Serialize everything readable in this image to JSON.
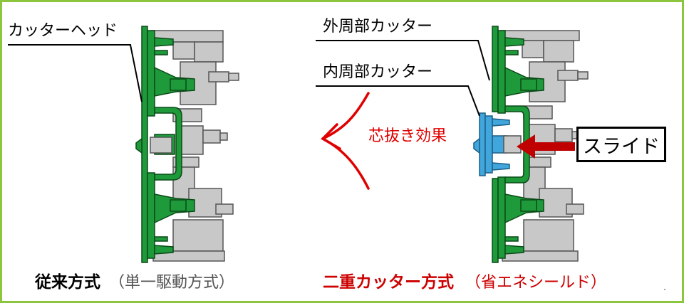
{
  "labels": {
    "cutter_head": "カッターヘッド",
    "outer_cutter": "外周部カッター",
    "inner_cutter": "内周部カッター",
    "coring_effect": "芯抜き効果",
    "slide": "スライド"
  },
  "captions": {
    "left_main": "従来方式",
    "left_sub": "（単一駆動方式）",
    "right_main": "二重カッター方式",
    "right_sub": "（省エネシールド）"
  },
  "colors": {
    "border": "#8cc63f",
    "cutter_green": "#1e9a3a",
    "machine_gray": "#c8c8c8",
    "inner_blue": "#41a6dc",
    "accent_red": "#e00000",
    "slide_arrow": "#c00000",
    "caption_black": "#000000",
    "caption_red": "#cc0000"
  }
}
